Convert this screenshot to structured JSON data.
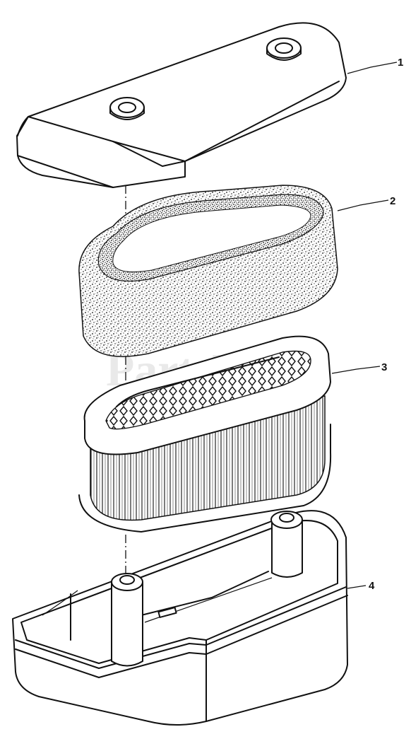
{
  "watermark": "PartsTree",
  "callouts": [
    {
      "id": "1"
    },
    {
      "id": "2"
    },
    {
      "id": "3"
    },
    {
      "id": "4"
    }
  ]
}
